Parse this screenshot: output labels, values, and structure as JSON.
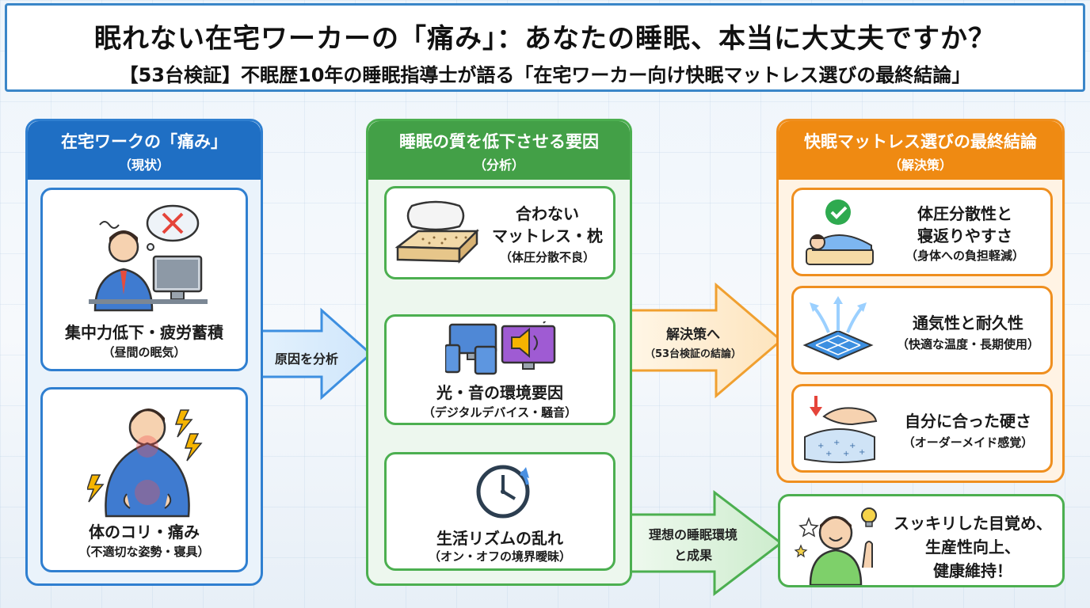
{
  "header": {
    "title": "眠れない在宅ワーカーの「痛み」：あなたの睡眠、本当に大丈夫ですか？",
    "subtitle": "【53台検証】不眠歴10年の睡眠指導士が語る「在宅ワーカー向け快眠マットレス選びの最終結論」"
  },
  "columns": {
    "current": {
      "title": "在宅ワークの「痛み」",
      "sub": "（現状）",
      "cards": [
        {
          "main": "集中力低下・疲労蓄積",
          "sub": "（昼間の眠気）",
          "icon": "tired-worker-icon"
        },
        {
          "main": "体のコリ・痛み",
          "sub": "（不適切な姿勢・寝具）",
          "icon": "back-pain-icon"
        }
      ]
    },
    "analysis": {
      "title": "睡眠の質を低下させる要因",
      "sub": "（分析）",
      "cards": [
        {
          "line1": "合わない",
          "line2": "マットレス・枕",
          "sub": "（体圧分散不良）",
          "icon": "pillow-mattress-icon"
        },
        {
          "main": "光・音の環境要因",
          "sub": "（デジタルデバイス・騒音）",
          "icon": "devices-speaker-icon"
        },
        {
          "main": "生活リズムの乱れ",
          "sub": "（オン・オフの境界曖昧）",
          "icon": "clock-icon"
        }
      ]
    },
    "solution": {
      "title": "快眠マットレス選びの最終結論",
      "sub": "（解決策）",
      "cards": [
        {
          "line1": "体圧分散性と",
          "line2": "寝返りやすさ",
          "sub": "（身体への負担軽減）",
          "icon": "sleeping-check-icon"
        },
        {
          "main": "通気性と耐久性",
          "sub": "（快適な温度・長期使用）",
          "icon": "airflow-icon"
        },
        {
          "main": "自分に合った硬さ",
          "sub": "（オーダーメイド感覚）",
          "icon": "hand-press-icon"
        }
      ]
    },
    "result": {
      "line1": "スッキリした目覚め、",
      "line2": "生産性向上、",
      "line3": "健康維持！",
      "icon": "happy-person-icon"
    }
  },
  "arrows": {
    "analyze": "原因を分析",
    "solution_line1": "解決策へ",
    "solution_line2": "（53台検証の結論）",
    "ideal_line1": "理想の睡眠環境",
    "ideal_line2": "と成果"
  },
  "colors": {
    "blue": "#1f6fc4",
    "green": "#43a047",
    "orange": "#ef8a12"
  }
}
